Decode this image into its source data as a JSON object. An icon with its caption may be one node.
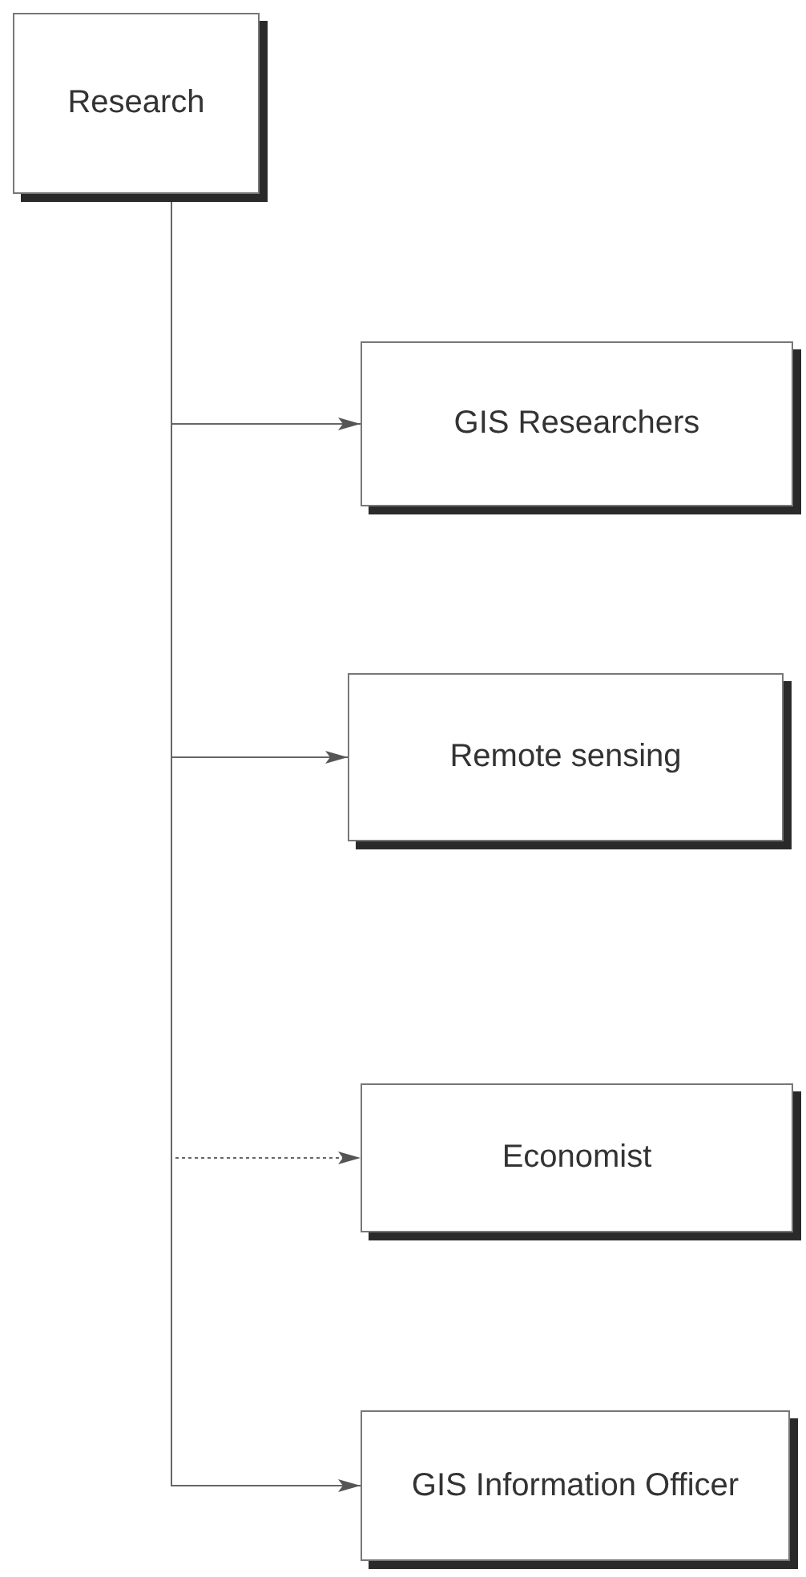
{
  "diagram": {
    "nodes": [
      {
        "text": [
          "Research"
        ]
      },
      {
        "text": [
          "GIS Researchers"
        ]
      },
      {
        "text": [
          "Remote sensing"
        ]
      },
      {
        "text": [
          "Economist"
        ]
      },
      {
        "text": [
          "GIS Information Officer"
        ]
      }
    ],
    "edges": [
      {
        "from": 0,
        "to": 1,
        "arrow": "to"
      },
      {
        "from": 0,
        "to": 2,
        "arrow": "to"
      },
      {
        "from": 0,
        "to": 3,
        "arrow": "to",
        "style": "dashed"
      },
      {
        "from": 0,
        "to": 4,
        "arrow": "to"
      }
    ]
  }
}
